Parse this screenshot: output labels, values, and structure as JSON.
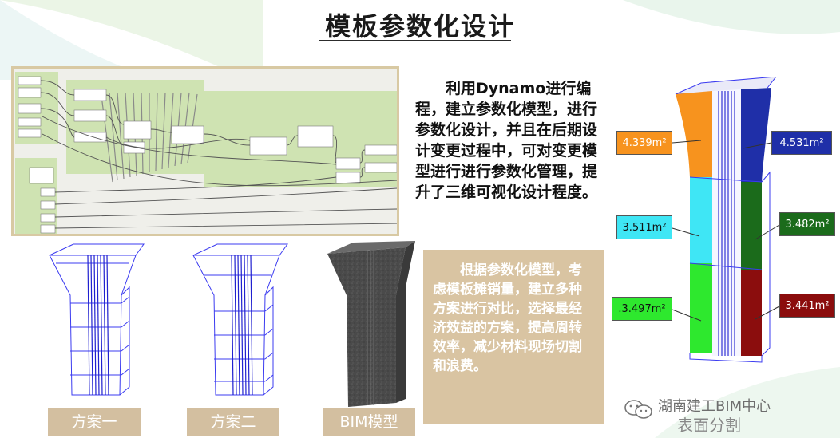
{
  "slide": {
    "title": "模板参数化设计",
    "description_dynamo": "利用Dynamo进行编程，建立参数化模型，进行参数化设计，并且在后期设计变更过程中，可对变更模型进行进行参数化管理，提升了三维可视化设计程度。",
    "description_plans": "根据参数化模型，考虑模板摊销量，建立多种方案进行对比，选择最经济效益的方案，提高周转效率，减少材料现场切割和浪费。"
  },
  "plans": {
    "plan1_label": "方案一",
    "plan2_label": "方案二",
    "bim_label": "BIM模型"
  },
  "areas": {
    "top_left": "4.339m²",
    "top_right": "4.531m²",
    "mid_left": "3.511m²",
    "mid_right": "3.482m²",
    "bottom_left": ".3.497m²",
    "bottom_right": "3.441m²",
    "caption": "表面分割"
  },
  "watermark": {
    "text": "湖南建工BIM中心"
  },
  "colors": {
    "orange": "#f7931e",
    "navy": "#1f2fa8",
    "cyan": "#3fe6f5",
    "green_dark": "#1b6b1b",
    "green_light": "#2ee82e",
    "red_dark": "#8b0d0d",
    "tan": "#d9c4a2"
  }
}
